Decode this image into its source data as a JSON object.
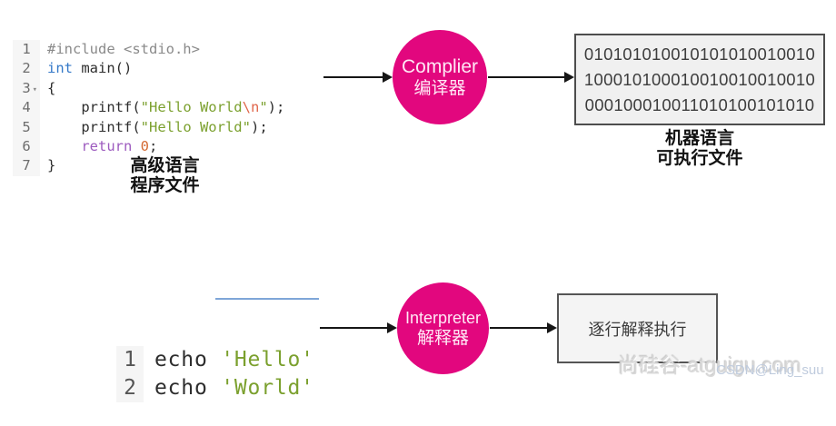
{
  "colors": {
    "accent_pink": "#e2077e",
    "circle_text": "#ffe8f5",
    "string_green": "#7ba02e",
    "escape_orange": "#e0654a",
    "keyword_blue": "#3579c8",
    "keyword_purple": "#9d5bbf",
    "number_orange": "#d46a33",
    "comment_gray": "#8a8a8a"
  },
  "c_code": {
    "label_line1": "高级语言",
    "label_line2": "程序文件",
    "lines": [
      {
        "num": "1",
        "segments": [
          {
            "t": "#include <stdio.h>",
            "c": "gray"
          }
        ]
      },
      {
        "num": "2",
        "segments": [
          {
            "t": "int",
            "c": "blue"
          },
          {
            "t": " main()",
            "c": "def"
          }
        ]
      },
      {
        "num": "3",
        "fold": "▾",
        "segments": [
          {
            "t": "{",
            "c": "def"
          }
        ]
      },
      {
        "num": "4",
        "segments": [
          {
            "t": "    printf(",
            "c": "def"
          },
          {
            "t": "\"Hello World",
            "c": "str"
          },
          {
            "t": "\\n",
            "c": "esc"
          },
          {
            "t": "\"",
            "c": "str"
          },
          {
            "t": ");",
            "c": "def"
          }
        ]
      },
      {
        "num": "5",
        "segments": [
          {
            "t": "    printf(",
            "c": "def"
          },
          {
            "t": "\"Hello World\"",
            "c": "str"
          },
          {
            "t": ");",
            "c": "def"
          }
        ]
      },
      {
        "num": "6",
        "segments": [
          {
            "t": "    ",
            "c": "def"
          },
          {
            "t": "return",
            "c": "kw"
          },
          {
            "t": " ",
            "c": "def"
          },
          {
            "t": "0",
            "c": "num"
          },
          {
            "t": ";",
            "c": "def"
          }
        ]
      },
      {
        "num": "7",
        "segments": [
          {
            "t": "}",
            "c": "def"
          }
        ]
      }
    ]
  },
  "compiler": {
    "name_en": "Complier",
    "name_zh": "编译器"
  },
  "machine_box": {
    "binary_lines": [
      "010101010010101010010010",
      "100010100010010010010010",
      "000100010011010100101010"
    ],
    "label_line1": "机器语言",
    "label_line2": "可执行文件"
  },
  "shell_code": {
    "lines": [
      {
        "num": "1",
        "segments": [
          {
            "t": "echo ",
            "c": "def"
          },
          {
            "t": "'Hello'",
            "c": "str"
          }
        ]
      },
      {
        "num": "2",
        "segments": [
          {
            "t": "echo ",
            "c": "def"
          },
          {
            "t": "'World'",
            "c": "str"
          }
        ]
      }
    ]
  },
  "interpreter": {
    "name_en": "Interpreter",
    "name_zh": "解释器"
  },
  "result_box": {
    "label": "逐行解释执行"
  },
  "watermark": {
    "site": "尚硅谷-atguigu.com",
    "author": "CSDN@Ling_suu"
  }
}
